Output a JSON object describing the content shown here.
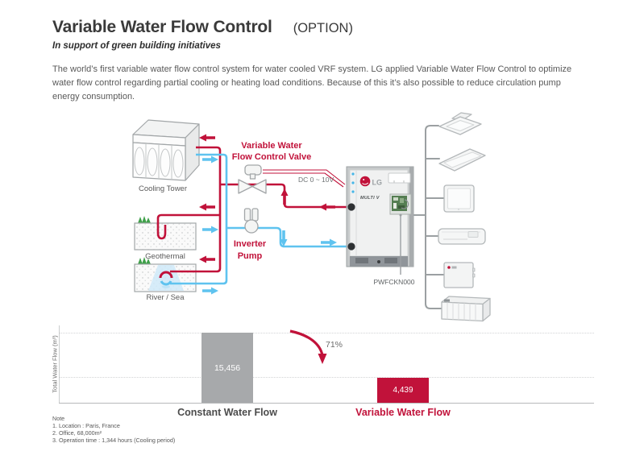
{
  "header": {
    "title": "Variable Water Flow Control",
    "option_tag": "(OPTION)",
    "subtitle": "In support of green building initiatives",
    "description_lines": [
      "The world’s first variable water flow control system for water cooled VRF system. LG applied Variable Water Flow Control to optimize",
      "water flow control regarding partial cooling or heating load conditions. Because of this it’s also possible to reduce circulation pump",
      "energy consumption."
    ]
  },
  "diagram": {
    "labels": {
      "cooling_tower": "Cooling Tower",
      "valve_line1": "Variable Water",
      "valve_line2": "Flow Control Valve",
      "dc_signal": "DC 0 ~ 10V",
      "pump_line1": "Inverter",
      "pump_line2": "Pump",
      "geothermal": "Geothermal",
      "river_sea": "River / Sea",
      "unit_brand": "LG",
      "unit_model": "MULTI V",
      "accessory_code": "PWFCKN000"
    },
    "colors": {
      "hot_water": "#c1123a",
      "cold_water": "#5fc3ef",
      "outline_gray": "#9ba0a2"
    }
  },
  "chart_data": {
    "type": "bar",
    "title": "",
    "xlabel": "",
    "ylabel": "Total Water Flow (m³)",
    "categories": [
      "Constant Water Flow",
      "Variable Water Flow"
    ],
    "values": [
      15456,
      4439
    ],
    "value_labels": [
      "15,456",
      "4,439"
    ],
    "bar_colors": [
      "#a7a9ab",
      "#c1123a"
    ],
    "annotation_label": "71%",
    "ylim": [
      0,
      17000
    ],
    "grid": "horizontal-dotted",
    "legend_position": "none"
  },
  "notes": {
    "heading": "Note",
    "items": [
      "1. Location : Paris, France",
      "2. Office, 68,000m²",
      "3. Operation time : 1,344 hours (Cooling period)"
    ]
  }
}
